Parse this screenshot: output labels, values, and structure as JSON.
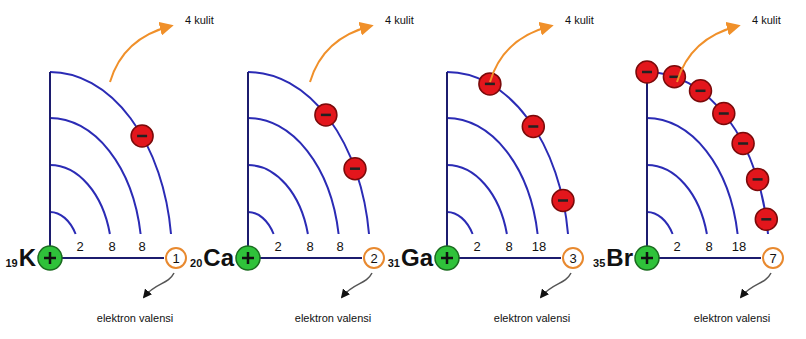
{
  "diagram": {
    "nodes": [
      {
        "text": [
          "1"
        ]
      },
      {
        "text": [
          "2"
        ]
      },
      {
        "text": [
          "3"
        ]
      },
      {
        "text": [
          "7"
        ]
      }
    ],
    "labels": [
      "4 kulit",
      "19",
      "K",
      "2",
      "8",
      "8",
      "elektron valensi",
      "4 kulit",
      "20",
      "Ca",
      "2",
      "8",
      "8",
      "elektron valensi",
      "4 kulit",
      "31",
      "Ga",
      "2",
      "8",
      "18",
      "elektron valensi",
      "4 kulit",
      "35",
      "Br",
      "2",
      "8",
      "18",
      "elektron valensi"
    ]
  }
}
